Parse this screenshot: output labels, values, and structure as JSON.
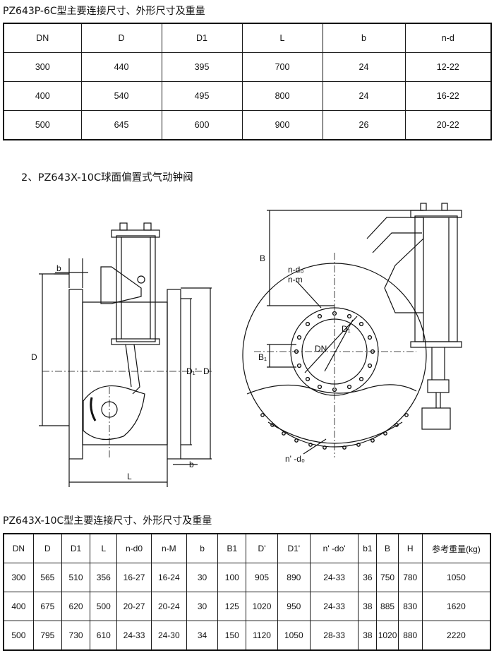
{
  "section1": {
    "title": "PZ643P-6C型主要连接尺寸、外形尺寸及重量",
    "headers": [
      "DN",
      "D",
      "D1",
      "L",
      "b",
      "n-d"
    ],
    "rows": [
      [
        "300",
        "440",
        "395",
        "700",
        "24",
        "12-22"
      ],
      [
        "400",
        "540",
        "495",
        "800",
        "24",
        "16-22"
      ],
      [
        "500",
        "645",
        "600",
        "900",
        "26",
        "20-22"
      ]
    ]
  },
  "section2": {
    "title": "2、PZ643X-10C球面偏置式气动钟阀",
    "drawing_labels": {
      "b_top": "b",
      "D": "D",
      "D1p": "D₁'",
      "Dp": "D'",
      "b_bottom": "b",
      "L": "L",
      "B": "B",
      "B1": "B₁",
      "n_d0": "n-d₀",
      "n_m": "n-m",
      "DN": "DN",
      "D1": "D₁",
      "np_d0": "n' -d₀"
    }
  },
  "section3": {
    "title": "PZ643X-10C型主要连接尺寸、外形尺寸及重量",
    "headers": [
      "DN",
      "D",
      "D1",
      "L",
      "n-d0",
      "n-M",
      "b",
      "B1",
      "D'",
      "D1'",
      "n' -do'",
      "b1",
      "B",
      "H",
      "参考重量(kg)"
    ],
    "rows": [
      [
        "300",
        "565",
        "510",
        "356",
        "16-27",
        "16-24",
        "30",
        "100",
        "905",
        "890",
        "24-33",
        "36",
        "750",
        "780",
        "1050"
      ],
      [
        "400",
        "675",
        "620",
        "500",
        "20-27",
        "20-24",
        "30",
        "125",
        "1020",
        "950",
        "24-33",
        "38",
        "885",
        "830",
        "1620"
      ],
      [
        "500",
        "795",
        "730",
        "610",
        "24-33",
        "24-30",
        "34",
        "150",
        "1120",
        "1050",
        "28-33",
        "38",
        "1020",
        "880",
        "2220"
      ]
    ]
  }
}
